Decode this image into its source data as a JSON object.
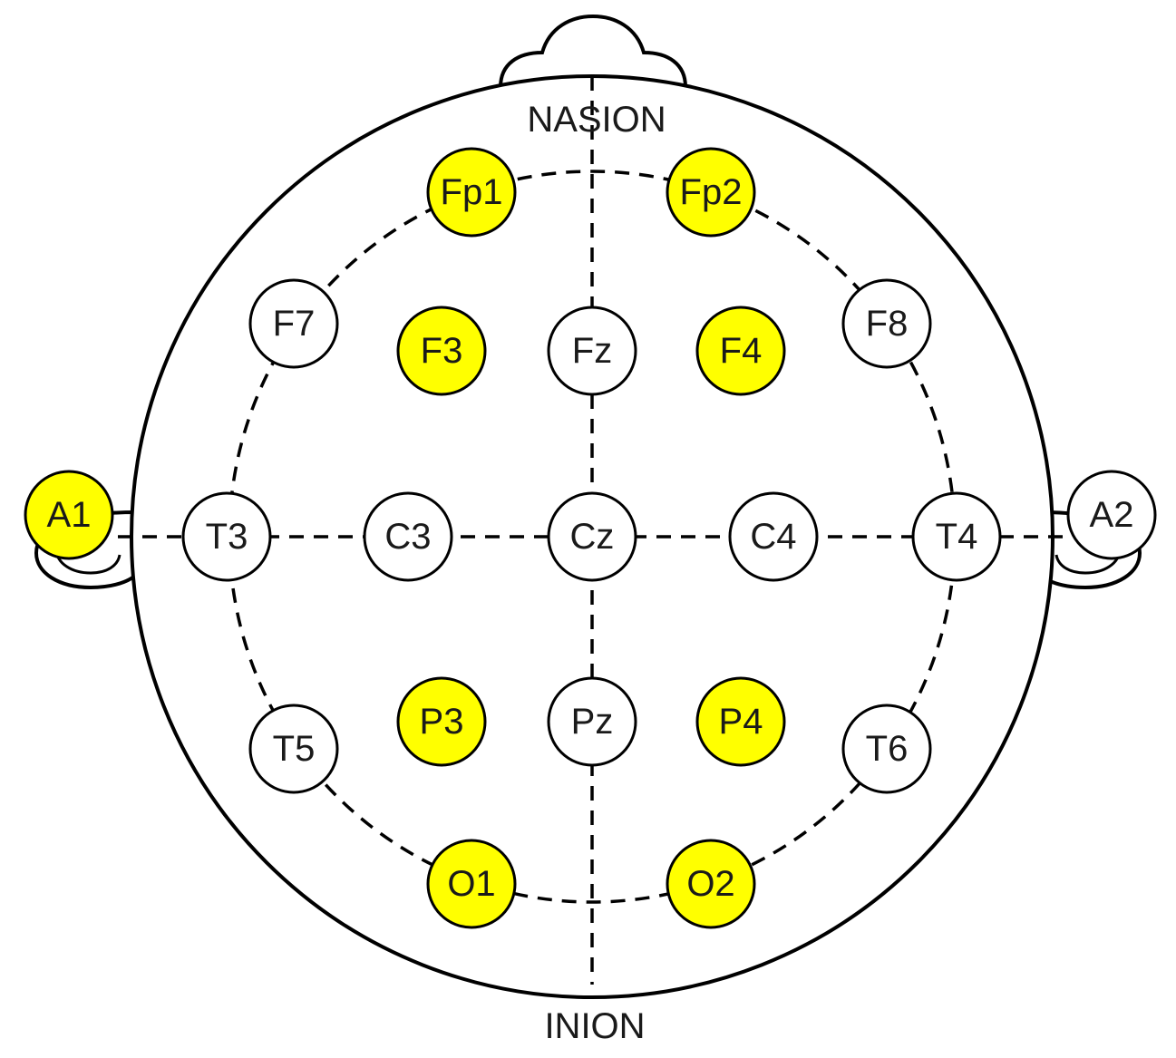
{
  "landmarks": {
    "top": "NASION",
    "bottom": "INION"
  },
  "colors": {
    "highlight": "#ffff00",
    "normal": "#ffffff",
    "line": "#000000"
  },
  "electrodes": [
    {
      "id": "Fp1",
      "label": "Fp1",
      "highlighted": true
    },
    {
      "id": "Fp2",
      "label": "Fp2",
      "highlighted": true
    },
    {
      "id": "F7",
      "label": "F7",
      "highlighted": false
    },
    {
      "id": "F3",
      "label": "F3",
      "highlighted": true
    },
    {
      "id": "Fz",
      "label": "Fz",
      "highlighted": false
    },
    {
      "id": "F4",
      "label": "F4",
      "highlighted": true
    },
    {
      "id": "F8",
      "label": "F8",
      "highlighted": false
    },
    {
      "id": "A1",
      "label": "A1",
      "highlighted": true
    },
    {
      "id": "T3",
      "label": "T3",
      "highlighted": false
    },
    {
      "id": "C3",
      "label": "C3",
      "highlighted": false
    },
    {
      "id": "Cz",
      "label": "Cz",
      "highlighted": false
    },
    {
      "id": "C4",
      "label": "C4",
      "highlighted": false
    },
    {
      "id": "T4",
      "label": "T4",
      "highlighted": false
    },
    {
      "id": "A2",
      "label": "A2",
      "highlighted": false
    },
    {
      "id": "T5",
      "label": "T5",
      "highlighted": false
    },
    {
      "id": "P3",
      "label": "P3",
      "highlighted": true
    },
    {
      "id": "Pz",
      "label": "Pz",
      "highlighted": false
    },
    {
      "id": "P4",
      "label": "P4",
      "highlighted": true
    },
    {
      "id": "T6",
      "label": "T6",
      "highlighted": false
    },
    {
      "id": "O1",
      "label": "O1",
      "highlighted": true
    },
    {
      "id": "O2",
      "label": "O2",
      "highlighted": true
    }
  ]
}
